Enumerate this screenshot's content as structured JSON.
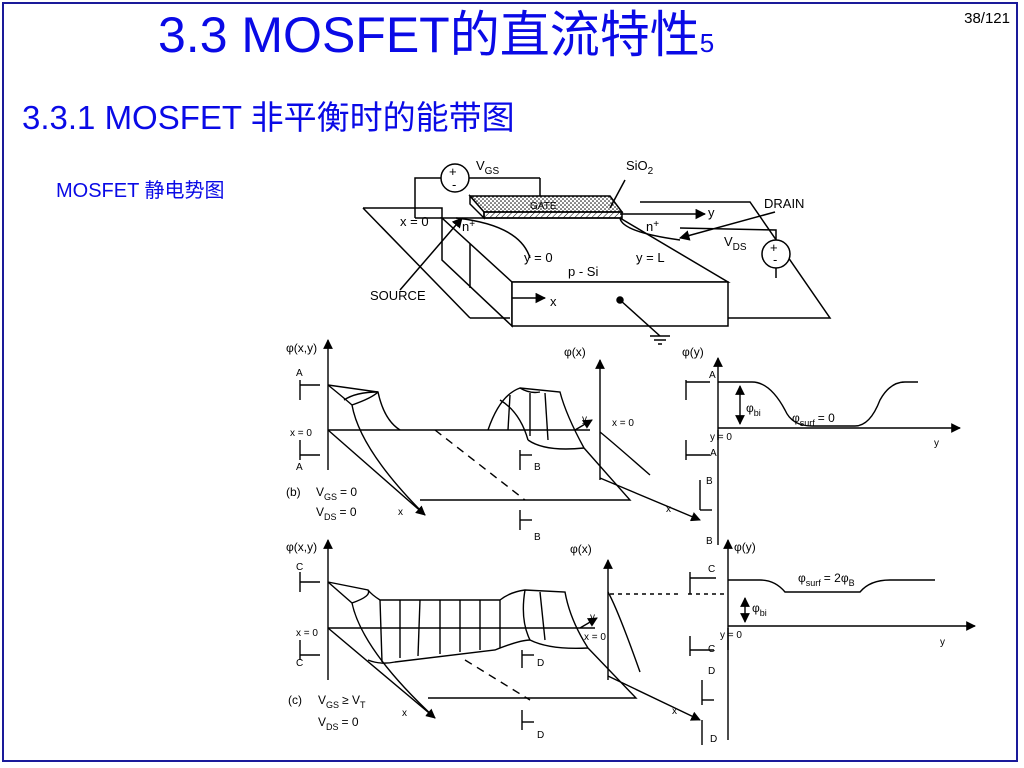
{
  "slide": {
    "title_main": "3.3  MOSFET的直流特性",
    "title_sub": "5",
    "page_number": "38/121",
    "subtitle": "3.3.1  MOSFET 非平衡时的能带图",
    "caption": "MOSFET 静电势图"
  },
  "device": {
    "vgs": "V",
    "vgs_sub": "GS",
    "sio2": "SiO",
    "sio2_sub": "2",
    "gate": "GATE",
    "drain": "DRAIN",
    "y_axis": "y",
    "x_eq0": "x = 0",
    "n_left": "n",
    "n_right": "n",
    "plus": "+",
    "vds": "V",
    "vds_sub": "DS",
    "y_eq0": "y = 0",
    "psi": "p - Si",
    "y_eqL": "y = L",
    "source": "SOURCE",
    "x_axis": "x"
  },
  "plot_b": {
    "phi_xy": "φ(x,y)",
    "A": "A",
    "x0": "x = 0",
    "y": "y",
    "x": "x",
    "B": "B",
    "label": "(b)",
    "vgs": "V",
    "vgs_sub": "GS",
    "vgs_val": "= 0",
    "vds": "V",
    "vds_sub": "DS",
    "vds_val": "= 0",
    "phi_x": "φ(x)",
    "x0b": "x = 0",
    "phi_y": "φ(y)",
    "phi_bi": "φ",
    "phi_bi_sub": "bi",
    "phi_surf": "φ",
    "phi_surf_sub": "surf",
    "phi_surf_val": "= 0",
    "y0": "y = 0"
  },
  "plot_c": {
    "phi_xy": "φ(x,y)",
    "C": "C",
    "x0": "x = 0",
    "y": "y",
    "x": "x",
    "D": "D",
    "label": "(c)",
    "vgs": "V",
    "vgs_sub": "GS",
    "vgs_val": "≥ V",
    "vt_sub": "T",
    "vds": "V",
    "vds_sub": "DS",
    "vds_val": "= 0",
    "phi_x": "φ(x)",
    "x0b": "x = 0",
    "phi_y": "φ(y)",
    "phi_surf": "φ",
    "phi_surf_sub": "surf",
    "phi_surf_val": "= 2φ",
    "phi_surf_sub2": "B",
    "phi_bi": "φ",
    "phi_bi_sub": "bi",
    "y0": "y = 0"
  }
}
